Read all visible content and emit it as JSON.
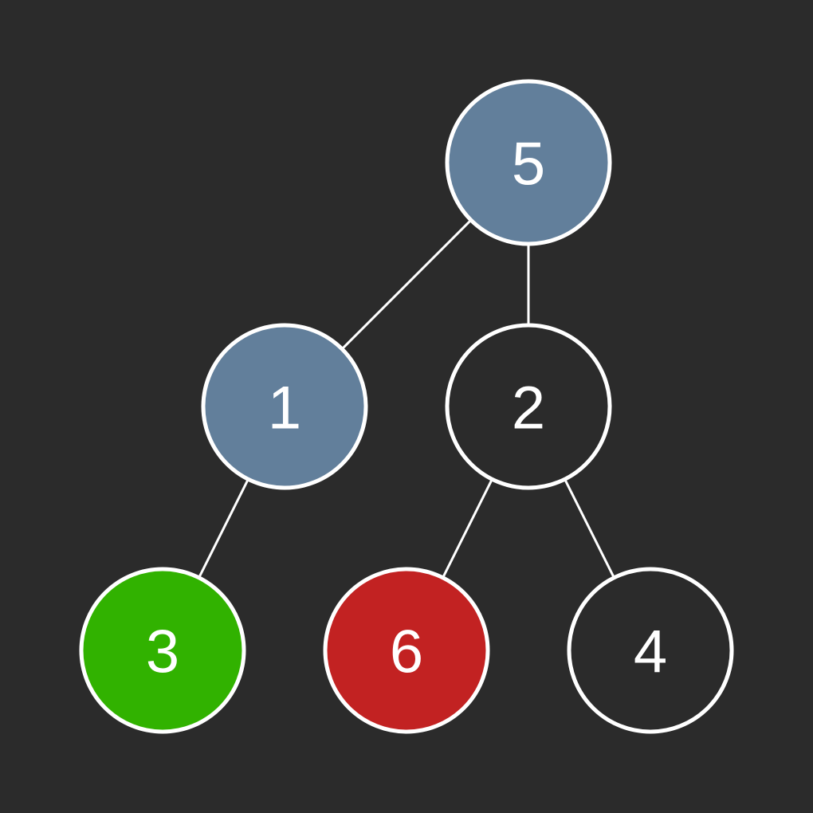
{
  "colors": {
    "background": "#2b2b2b",
    "stroke": "#ffffff",
    "text": "#ffffff"
  },
  "tree": {
    "nodes": [
      {
        "id": "n5",
        "label": "5",
        "level": 0,
        "slot": 1.5,
        "fill": "#627f9b"
      },
      {
        "id": "n1",
        "label": "1",
        "level": 1,
        "slot": 0.5,
        "fill": "#627f9b"
      },
      {
        "id": "n2",
        "label": "2",
        "level": 1,
        "slot": 1.5,
        "fill": "#2b2b2b"
      },
      {
        "id": "n3",
        "label": "3",
        "level": 2,
        "slot": 0,
        "fill": "#31b200"
      },
      {
        "id": "n6",
        "label": "6",
        "level": 2,
        "slot": 1,
        "fill": "#c22222"
      },
      {
        "id": "n4",
        "label": "4",
        "level": 2,
        "slot": 2,
        "fill": "#2b2b2b"
      }
    ],
    "edges": [
      {
        "from": "n5",
        "to": "n1"
      },
      {
        "from": "n5",
        "to": "n2"
      },
      {
        "from": "n1",
        "to": "n3"
      },
      {
        "from": "n2",
        "to": "n6"
      },
      {
        "from": "n2",
        "to": "n4"
      }
    ]
  }
}
